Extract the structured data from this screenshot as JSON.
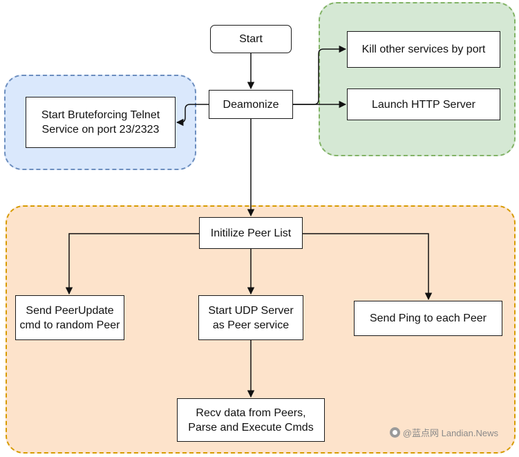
{
  "colors": {
    "blue_group_fill": "#dae8fc",
    "blue_group_border": "#6c8ebf",
    "green_group_fill": "#d5e8d4",
    "green_group_border": "#82b366",
    "orange_group_fill": "#fde3cb",
    "orange_group_border": "#d79b00",
    "edge": "#111111"
  },
  "nodes": {
    "start": "Start",
    "deamonize": "Deamonize",
    "kill_services": "Kill other services by port",
    "launch_http": "Launch HTTP Server",
    "bruteforce_telnet": "Start Bruteforcing Telnet\nService on port 23/2323",
    "init_peer_list": "Initilize Peer List",
    "send_peerupdate": "Send PeerUpdate\ncmd to random Peer",
    "start_udp": "Start UDP Server\nas Peer service",
    "send_ping": "Send Ping to each Peer",
    "recv_data": "Recv data from Peers,\nParse and Execute Cmds"
  },
  "edges": [
    {
      "from": "start",
      "to": "deamonize"
    },
    {
      "from": "deamonize",
      "to": "kill_services"
    },
    {
      "from": "deamonize",
      "to": "launch_http"
    },
    {
      "from": "deamonize",
      "to": "bruteforce_telnet"
    },
    {
      "from": "deamonize",
      "to": "init_peer_list"
    },
    {
      "from": "init_peer_list",
      "to": "send_peerupdate"
    },
    {
      "from": "init_peer_list",
      "to": "start_udp"
    },
    {
      "from": "init_peer_list",
      "to": "send_ping"
    },
    {
      "from": "start_udp",
      "to": "recv_data"
    }
  ],
  "watermark": {
    "icon": "landian-logo-icon",
    "text": "@蓝点网 Landian.News"
  }
}
